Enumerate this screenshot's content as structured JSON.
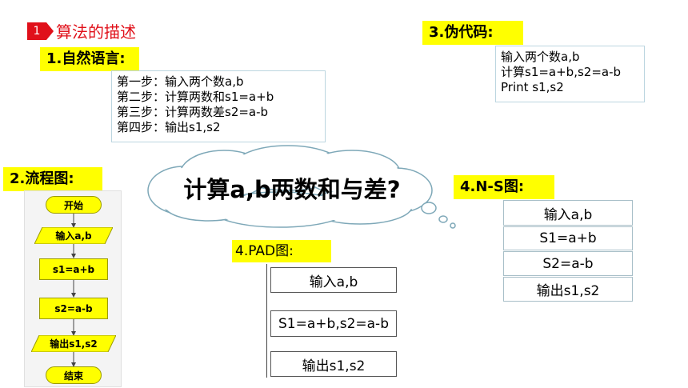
{
  "header": {
    "number": "1",
    "title": "算法的描述"
  },
  "natural_language": {
    "label": "1.自然语言:",
    "steps": [
      "第一步：输入两个数a,b",
      "第二步：计算两数和s1=a+b",
      "第三步：计算两数差s2=a-b",
      "第四步：输出s1,s2"
    ]
  },
  "pseudocode": {
    "label": "3.伪代码:",
    "lines": [
      "输入两个数a,b",
      "计算s1=a+b,s2=a-b",
      "Print s1,s2"
    ]
  },
  "cloud": {
    "text": "计算a,b两数和与差?"
  },
  "flowchart": {
    "label": "2.流程图:",
    "start": "开始",
    "input": "输入a,b",
    "step1": "s1=a+b",
    "step2": "s2=a-b",
    "output": "输出s1,s2",
    "end": "结束"
  },
  "ns_diagram": {
    "label": "4.N-S图:",
    "cells": [
      "输入a,b",
      "S1=a+b",
      "S2=a-b",
      "输出s1,s2"
    ]
  },
  "pad_diagram": {
    "label": "4.PAD图:",
    "cells": [
      "输入a,b",
      "S1=a+b,s2=a-b",
      "输出s1,s2"
    ]
  },
  "colors": {
    "accent_red": "#e0101a",
    "highlight_yellow": "#ffff00",
    "flow_bg": "#f4f4f4"
  }
}
